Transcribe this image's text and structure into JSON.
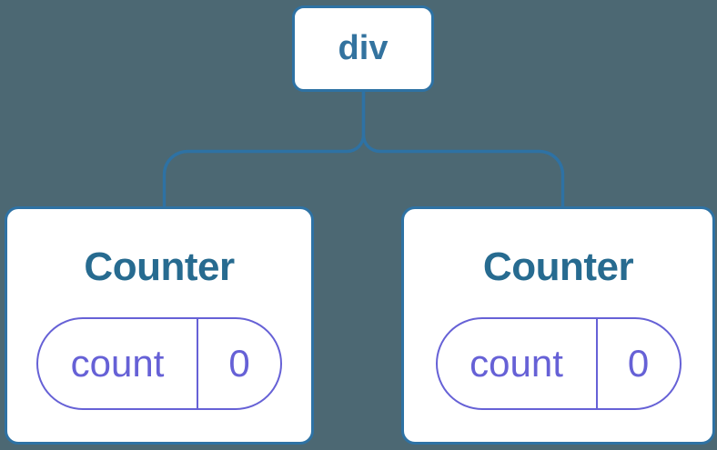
{
  "diagram": {
    "description": "Component tree diagram: a div root node with two Counter children, each holding a count state of 0",
    "background_color": "#4c6873",
    "connector_color": "#2e72a4",
    "node_background_color": "#ffffff",
    "root": {
      "label": "div",
      "label_color": "#33739f"
    },
    "children": [
      {
        "title": "Counter",
        "title_color": "#276b90",
        "state": {
          "key": "count",
          "value": "0"
        }
      },
      {
        "title": "Counter",
        "title_color": "#276b90",
        "state": {
          "key": "count",
          "value": "0"
        }
      }
    ],
    "state_pill_color": "#6661d6"
  }
}
